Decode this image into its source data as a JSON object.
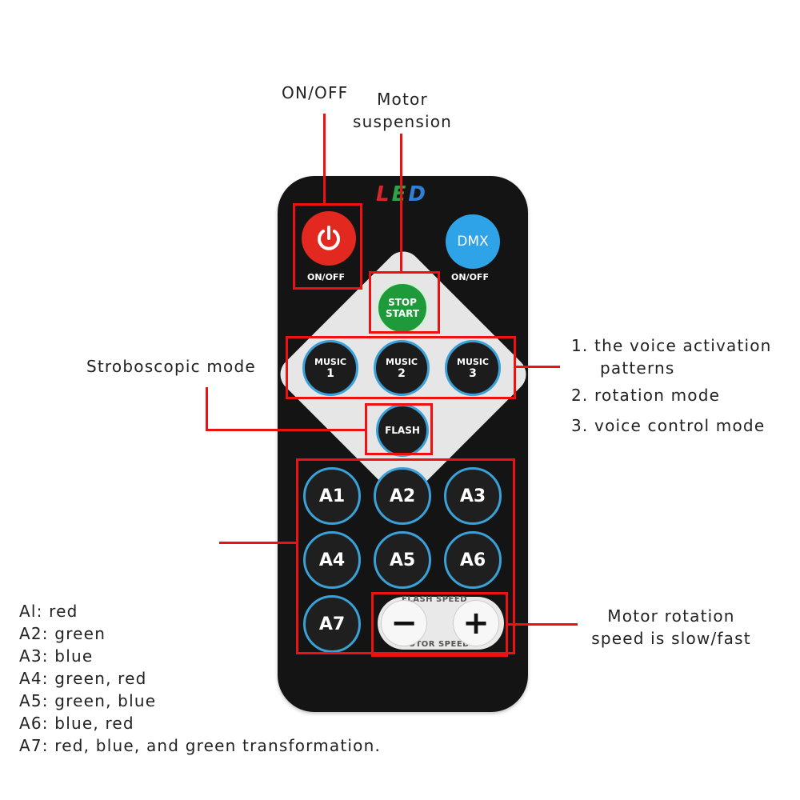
{
  "labels": {
    "on_off": "ON/OFF",
    "motor_suspension_1": "Motor",
    "motor_suspension_2": "suspension",
    "stroboscopic": "Stroboscopic mode",
    "music_notes": [
      "1. the voice activation",
      "patterns",
      "2. rotation mode",
      "3. voice control mode"
    ],
    "motor_speed_1": "Motor rotation",
    "motor_speed_2": "speed is slow/fast",
    "color_legend": [
      "Al: red",
      "A2: green",
      "A3: blue",
      "A4: green, red",
      "A5: green, blue",
      "A6: blue, red",
      "A7: red, blue, and green transformation."
    ]
  },
  "remote": {
    "logo": [
      "L",
      "E",
      "D"
    ],
    "power_caption": "ON/OFF",
    "dmx_label": "DMX",
    "dmx_caption": "ON/OFF",
    "stop_line1": "STOP",
    "stop_line2": "START",
    "music_buttons": [
      {
        "label": "MUSIC",
        "num": "1"
      },
      {
        "label": "MUSIC",
        "num": "2"
      },
      {
        "label": "MUSIC",
        "num": "3"
      }
    ],
    "flash_label": "FLASH",
    "a_buttons": [
      "A1",
      "A2",
      "A3",
      "A4",
      "A5",
      "A6",
      "A7"
    ],
    "flash_speed": "FLASH SPEED",
    "motor_speed": "MOTOR SPEED",
    "minus": "−",
    "plus": "+"
  },
  "colors": {
    "annotation_red": "#ee1111",
    "power_red": "#e3281f",
    "dmx_blue": "#2ea3e8",
    "stop_green": "#1f9a3a",
    "ring_blue": "#3aa0d8"
  }
}
